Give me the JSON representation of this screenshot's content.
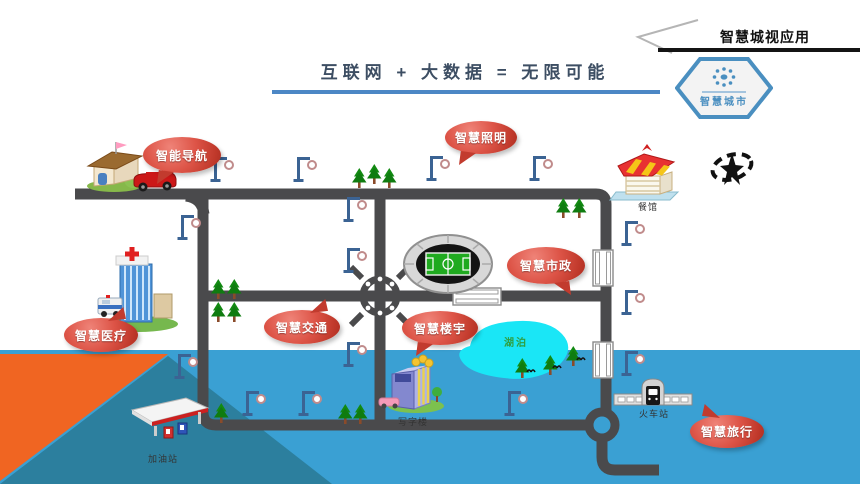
{
  "header": {
    "app_label": "智慧城视应用"
  },
  "title": {
    "text": "互联网 + 大数据 = 无限可能"
  },
  "badge": {
    "label": "智慧城市"
  },
  "callouts": {
    "navigation": "智能导航",
    "lighting": "智慧照明",
    "municipal": "智慧市政",
    "medical": "智慧医疗",
    "traffic": "智慧交通",
    "building": "智慧楼宇",
    "travel": "智慧旅行"
  },
  "map_labels": {
    "restaurant": "餐馆",
    "train_station": "火车站",
    "office_building": "写字楼",
    "gas_station": "加油站",
    "lake": "湖泊"
  },
  "icons": {
    "badge_icon": "hexagon-dotted-globe",
    "compass_icon": "compass-rose",
    "street_light_icon": "street-lamp",
    "tree_icon": "pine-tree",
    "duck_icon": "duck",
    "stadium_icon": "stadium",
    "interchange_icon": "highway-interchange",
    "roundabout_icon": "roundabout",
    "bridge_icon": "bridge"
  },
  "colors": {
    "accent_blue": "#4c87c5",
    "bubble_red": "#d6453a",
    "sea_blue": "#3aa0d3",
    "deep_teal": "#2c7f9e",
    "orange": "#f06522",
    "lake_cyan": "#1ae6f6",
    "road_gray": "#4a4a4c",
    "hex_border_blue": "#4a8fc0",
    "title_text": "#3d4e63"
  }
}
